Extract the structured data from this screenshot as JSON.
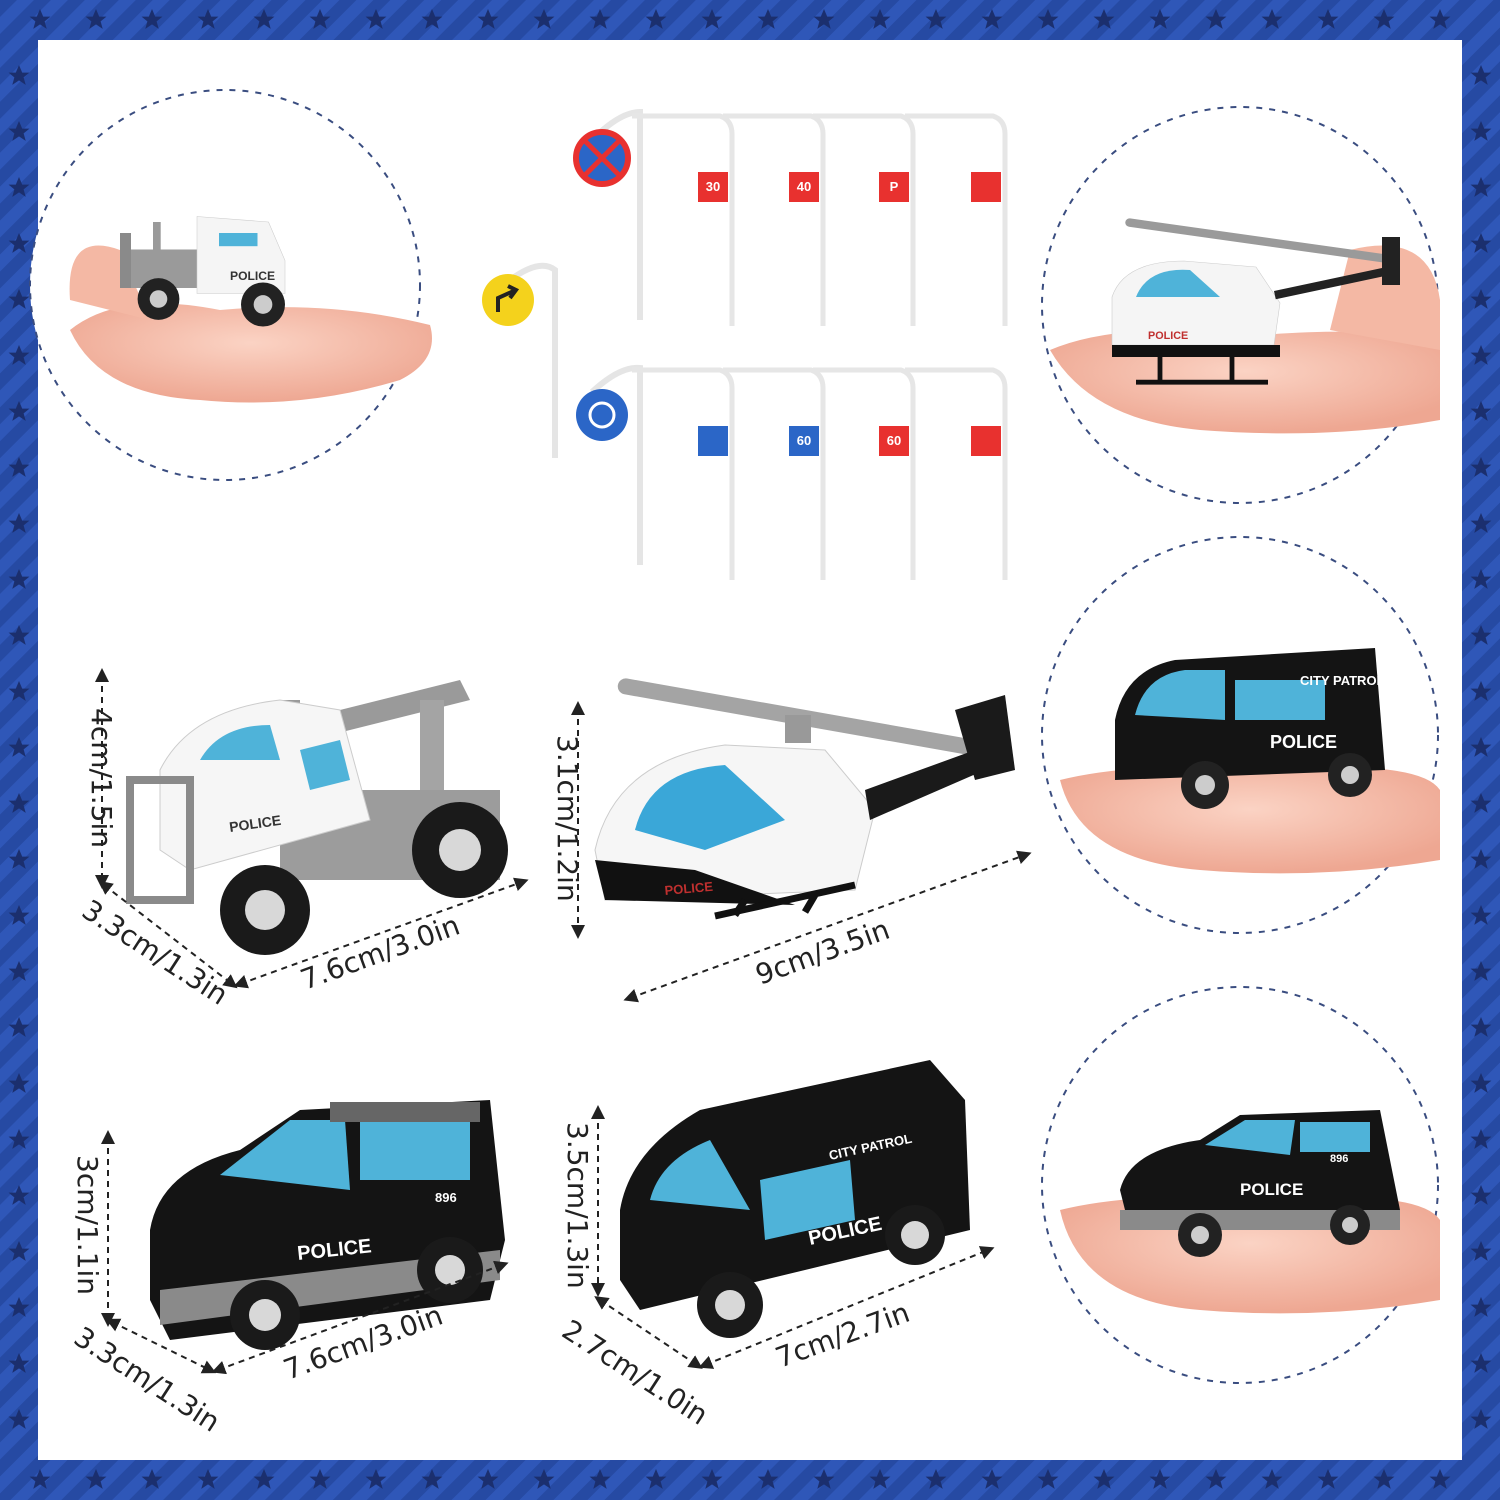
{
  "colors": {
    "border_blue": "#2f57b8",
    "border_dark": "#1f3c8f",
    "star": "#1b2f6e",
    "panel": "#ffffff",
    "sign_red": "#e8312f",
    "sign_blue": "#2b66c7",
    "sign_yellow": "#f4d21c",
    "glass": "#4fb3d9"
  },
  "signs": {
    "top_row": [
      "30",
      "40",
      "P",
      ""
    ],
    "bottom_row": [
      "",
      "60",
      "60",
      ""
    ]
  },
  "vehicles": {
    "police_decal": "POLICE",
    "patrol_decal": "CITY PATROL",
    "suv_number": "896"
  },
  "dimensions": {
    "tow_truck": {
      "height": "4cm/1.5in",
      "width": "3.3cm/1.3in",
      "length": "7.6cm/3.0in"
    },
    "helicopter": {
      "height": "3.1cm/1.2in",
      "length": "9cm/3.5in"
    },
    "suv": {
      "height": "3cm/1.1in",
      "width": "3.3cm/1.3in",
      "length": "7.6cm/3.0in"
    },
    "van": {
      "height": "3.5cm/1.3in",
      "width": "2.7cm/1.0in",
      "length": "7cm/2.7in"
    }
  }
}
